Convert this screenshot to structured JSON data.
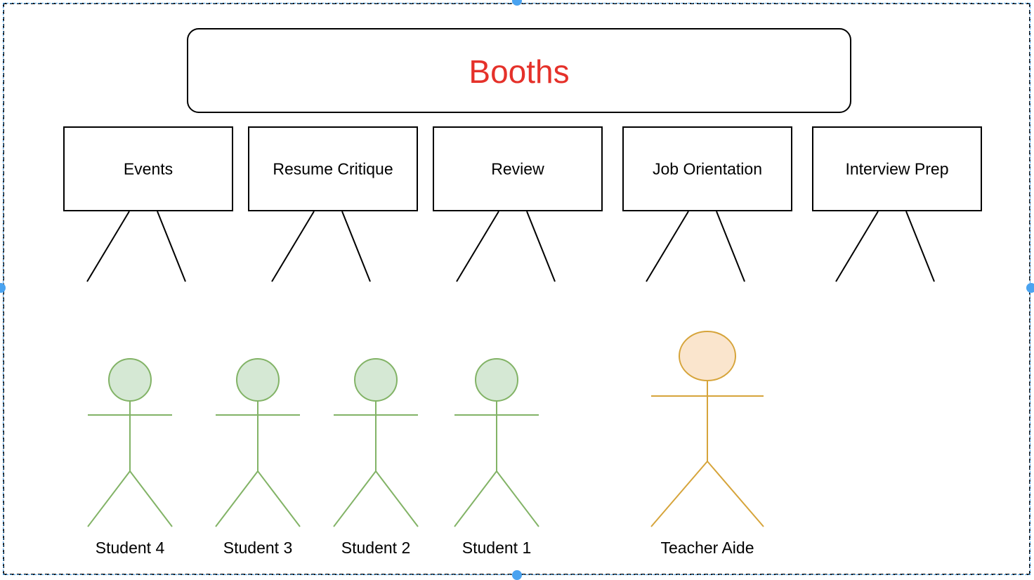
{
  "title": "Booths",
  "colors": {
    "title_text": "#e5312a",
    "student_fill": "#d5e8d4",
    "student_stroke": "#82b366",
    "aide_fill": "#fae5cd",
    "aide_stroke": "#d6a43a",
    "box_stroke": "#000000",
    "selection": "#4aa3f0"
  },
  "booths": [
    {
      "label": "Events"
    },
    {
      "label": "Resume Critique"
    },
    {
      "label": "Review"
    },
    {
      "label": "Job Orientation"
    },
    {
      "label": "Interview Prep"
    }
  ],
  "actors": [
    {
      "label": "Student 4",
      "role": "student"
    },
    {
      "label": "Student 3",
      "role": "student"
    },
    {
      "label": "Student 2",
      "role": "student"
    },
    {
      "label": "Student 1",
      "role": "student"
    },
    {
      "label": "Teacher Aide",
      "role": "aide"
    }
  ]
}
